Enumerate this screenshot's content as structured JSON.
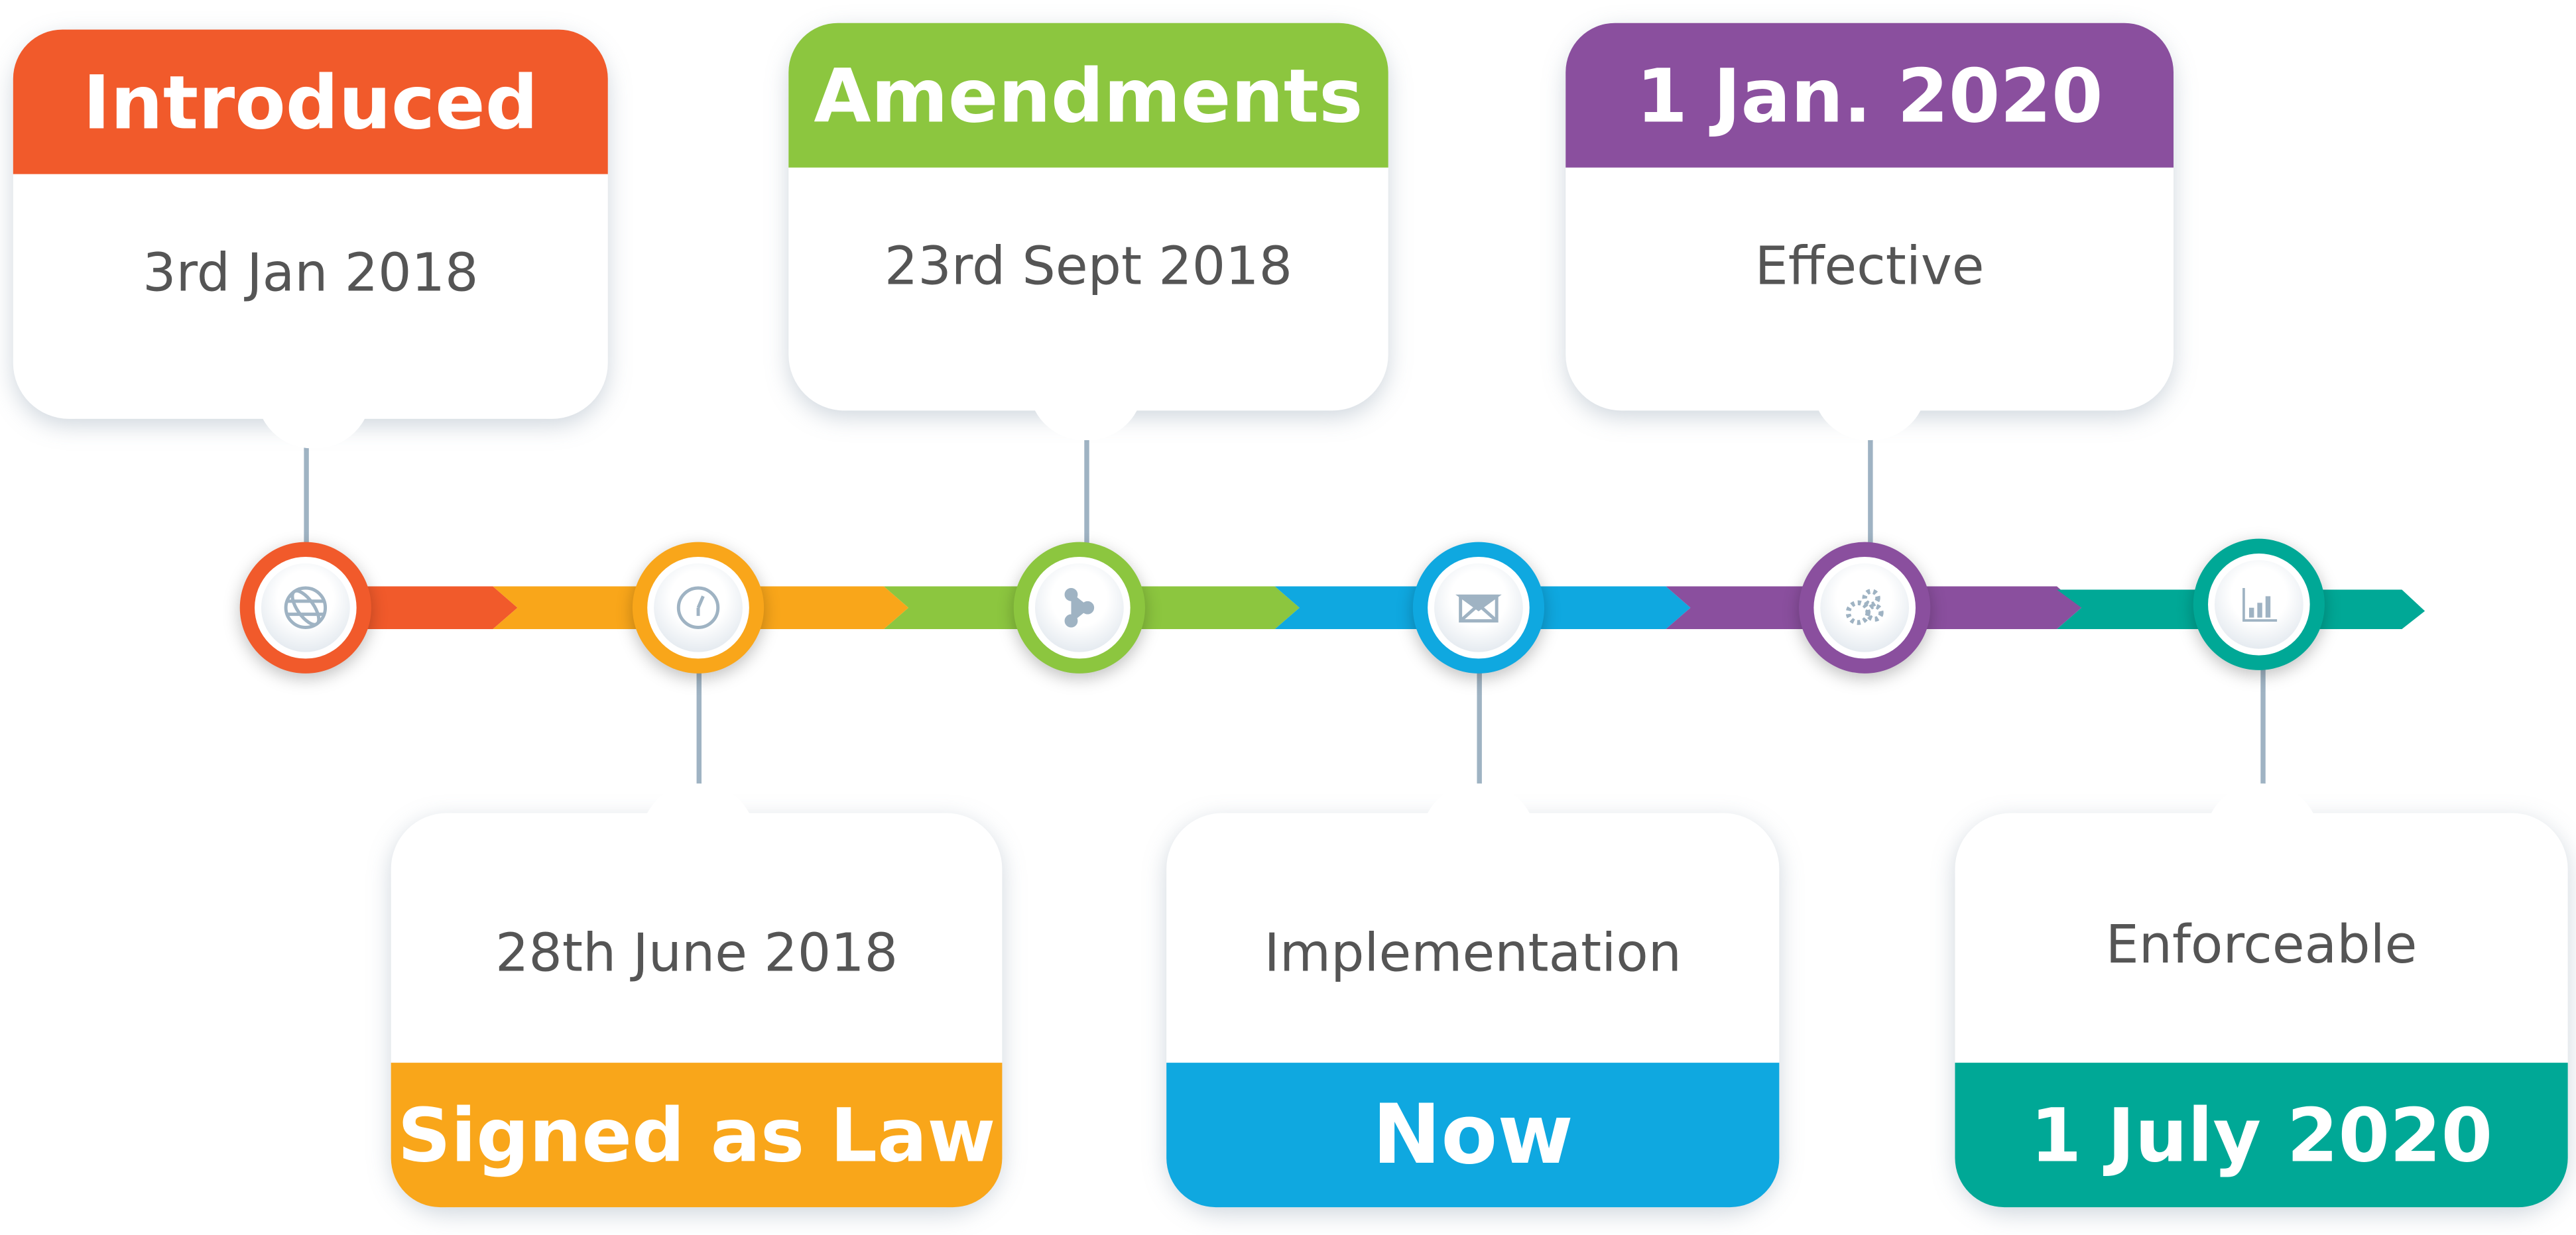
{
  "colors": {
    "introduced": "#F15A2B",
    "signed": "#F9A61A",
    "amendments": "#8CC63F",
    "now": "#0FA8E0",
    "effective": "#8A4F9E",
    "enforceable": "#00A896",
    "icon": "#9fb3c3"
  },
  "milestones": [
    {
      "title": "Introduced",
      "detail": "3rd Jan 2018",
      "icon": "globe-icon"
    },
    {
      "title": "Signed as Law",
      "detail": "28th June 2018",
      "icon": "clock-icon"
    },
    {
      "title": "Amendments",
      "detail": "23rd Sept 2018",
      "icon": "share-icon"
    },
    {
      "title": "Now",
      "detail": "Implementation",
      "icon": "envelope-icon"
    },
    {
      "title": "1 Jan. 2020",
      "detail": "Effective",
      "icon": "gears-icon"
    },
    {
      "title": "1 July 2020",
      "detail": "Enforceable",
      "icon": "bar-chart-icon"
    }
  ]
}
